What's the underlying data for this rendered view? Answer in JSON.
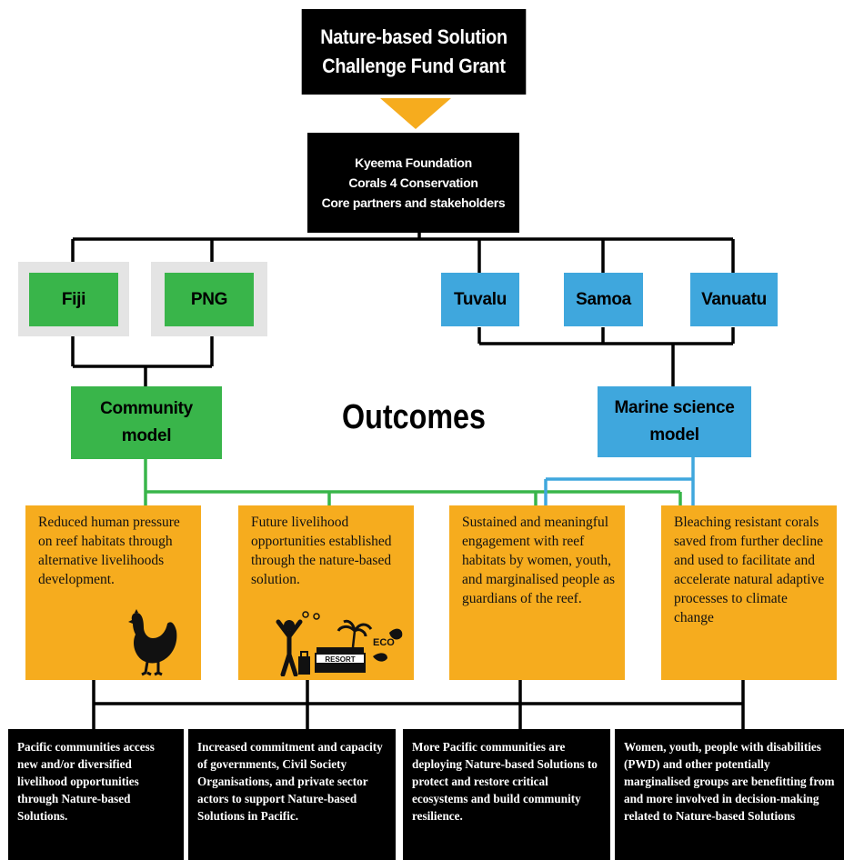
{
  "title": {
    "line1": "Nature-based Solution",
    "line2": "Challenge Fund Grant"
  },
  "partners": {
    "line1": "Kyeema Foundation",
    "line2": "Corals 4 Conservation",
    "line3": "Core partners and stakeholders"
  },
  "countries": {
    "fiji": "Fiji",
    "png": "PNG",
    "tuvalu": "Tuvalu",
    "samoa": "Samoa",
    "vanuatu": "Vanuatu"
  },
  "models": {
    "community": {
      "line1": "Community",
      "line2": "model"
    },
    "marine": {
      "line1": "Marine science",
      "line2": "model"
    }
  },
  "outcomes_heading": "Outcomes",
  "outcomes": [
    "Reduced human pressure on reef habitats through alternative livelihoods development.",
    "Future livelihood opportunities established through the nature-based solution.",
    "Sustained and meaningful engagement with reef habitats by women, youth, and marginalised people as guardians of the reef.",
    "Bleaching resistant corals saved from further decline and used to facilitate and accelerate natural adaptive processes to climate change"
  ],
  "illustration_text": {
    "resort": "RESORT",
    "eco": "ECO"
  },
  "results": [
    "Pacific communities access new and/or diversified livelihood opportunities through Nature-based Solutions.",
    "Increased commitment and capacity of governments, Civil Society Organisations, and private sector actors to support Nature-based Solutions in Pacific.",
    "More Pacific communities are deploying Nature-based Solutions to protect and restore critical ecosystems and build community resilience.",
    "Women, youth, people with disabilities (PWD) and other potentially marginalised groups are benefitting from and more involved in decision-making related to Nature-based Solutions"
  ],
  "colors": {
    "orange": "#f6ac1e",
    "green": "#39b54a",
    "blue": "#3fa7dd",
    "black": "#000000"
  }
}
